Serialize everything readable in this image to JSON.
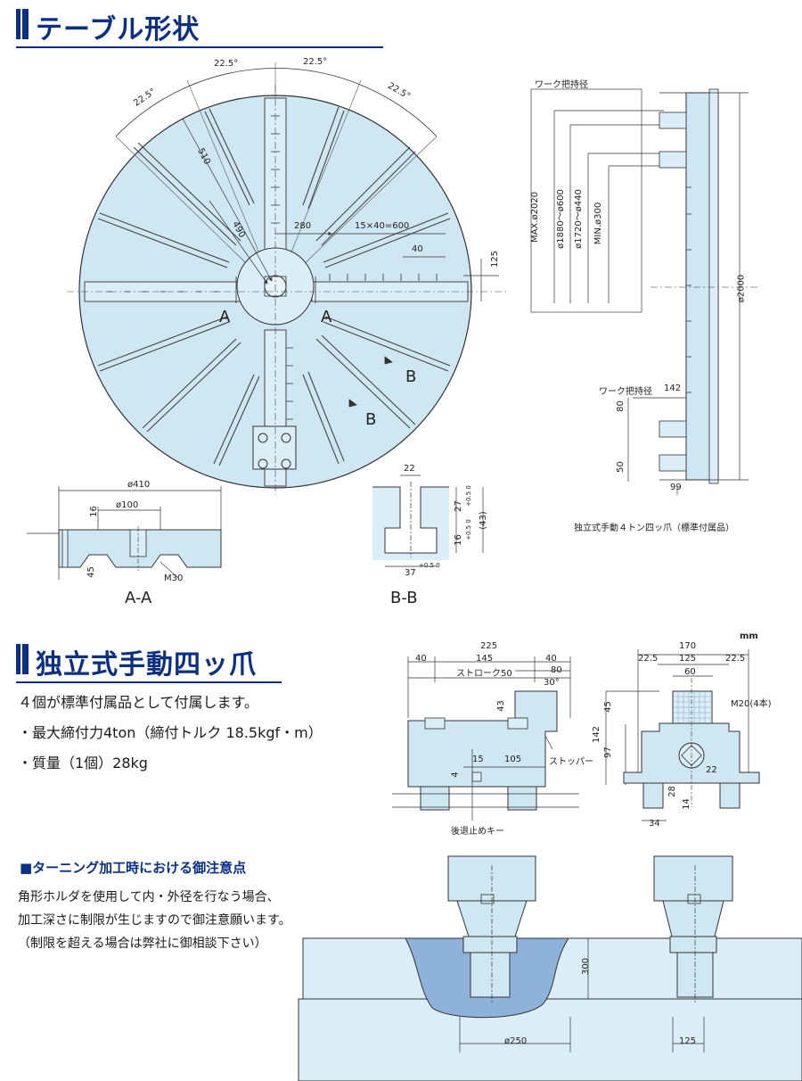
{
  "section1": {
    "title": "テーブル形状"
  },
  "section2": {
    "title": "独立式手動四ッ爪"
  },
  "table_drawing": {
    "angles": [
      "22.5°",
      "22.5°",
      "22.5°",
      "22.5°"
    ],
    "dims": {
      "r510": "510",
      "r490": "490",
      "d280": "280",
      "pitch": "15×40=600",
      "d40": "40",
      "d125": "125"
    },
    "section_marks": {
      "a_left": "A",
      "a_right": "A",
      "b_upper": "B",
      "b_lower": "B"
    }
  },
  "section_aa": {
    "d410": "ø410",
    "d100": "ø100",
    "d16": "16",
    "d45": "45",
    "m30": "M30",
    "label": "A-A"
  },
  "section_bb": {
    "d22": "22",
    "d27": "27",
    "d27_tol": "+0.5 0",
    "d43": "(43)",
    "d16": "16",
    "d16_tol": "+0.5 0",
    "d37": "37",
    "d37_tol": "+0.5 0",
    "label": "B-B"
  },
  "side_view": {
    "work_grip_1": "ワーク把持径",
    "max_dia": "MAX.ø2020",
    "range1": "ø1880〜ø600",
    "range2": "ø1720〜ø440",
    "min_dia": "MIN.ø300",
    "d2000": "ø2000",
    "work_grip_2": "ワーク把持径",
    "d142": "142",
    "d80": "80",
    "d50": "50",
    "d99": "99",
    "caption": "独立式手動４トン四ッ爪（標準付属品）"
  },
  "jaw_text": {
    "line1": "４個が標準付属品として付属します。",
    "line2": "・最大締付力4ton（締付トルク 18.5kgf・m）",
    "line3": "・質量（1個）28kg"
  },
  "jaw_front": {
    "d225": "225",
    "d40a": "40",
    "d145": "145",
    "d40b": "40",
    "stroke": "ストローク50",
    "d80": "80",
    "d30": "30°",
    "d43": "43",
    "stopper": "ストッパー",
    "d15": "15",
    "d105": "105",
    "d4": "4",
    "key": "後退止めキー"
  },
  "jaw_side": {
    "unit": "mm",
    "d170": "170",
    "d22_5a": "22.5",
    "d125": "125",
    "d22_5b": "22.5",
    "d60": "60",
    "m20": "M20(4本)",
    "d45": "45",
    "d142": "142",
    "d97": "97",
    "d22": "22",
    "d28": "28",
    "d14": "14",
    "d34": "34"
  },
  "turning_note": {
    "heading": "■ターニング加工時における御注意点",
    "line1": "角形ホルダを使用して内・外径を行なう場合、",
    "line2": "加工深さに制限が生じますので御注意願います。",
    "line3": "（制限を超える場合は弊社に御相談下さい）"
  },
  "turning_drawing": {
    "d300": "300",
    "d250": "ø250",
    "d125": "125"
  }
}
